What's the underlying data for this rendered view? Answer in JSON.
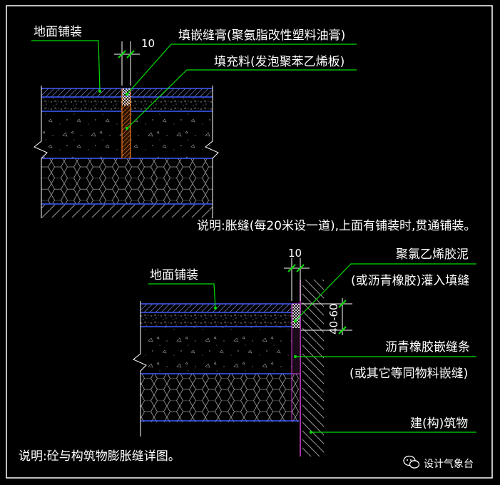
{
  "top_detail": {
    "floor_label": "地面铺装",
    "joint_width": "10",
    "sealant_label": "填嵌缝膏(聚氨脂改性塑料油膏)",
    "filler_label": "填充料(发泡聚苯乙烯板)",
    "note": "说明:胀缝(每20米设一道),上面有铺装时,贯通铺装。"
  },
  "bottom_detail": {
    "floor_label": "地面铺装",
    "joint_width": "10",
    "depth_dim": "40-60",
    "sealant_label_line1": "聚氯乙烯胶泥",
    "sealant_label_line2": "(或沥青橡胶)灌入填缝",
    "strip_label_line1": "沥青橡胶嵌缝条",
    "strip_label_line2": "(或其它等同物料嵌缝)",
    "building_label": "建(构)筑物",
    "note": "说明:砼与构筑物膨胀缝详图。"
  },
  "watermark": {
    "text": "设计气象台",
    "icon": "wechat-icon"
  },
  "colors": {
    "background": "#000000",
    "border": "#ffffff",
    "layer_line": "#3f5cff",
    "leader": "#00dd00",
    "filler": "#e07020",
    "building": "#d040d0",
    "hatch": "#9a9a9a"
  }
}
